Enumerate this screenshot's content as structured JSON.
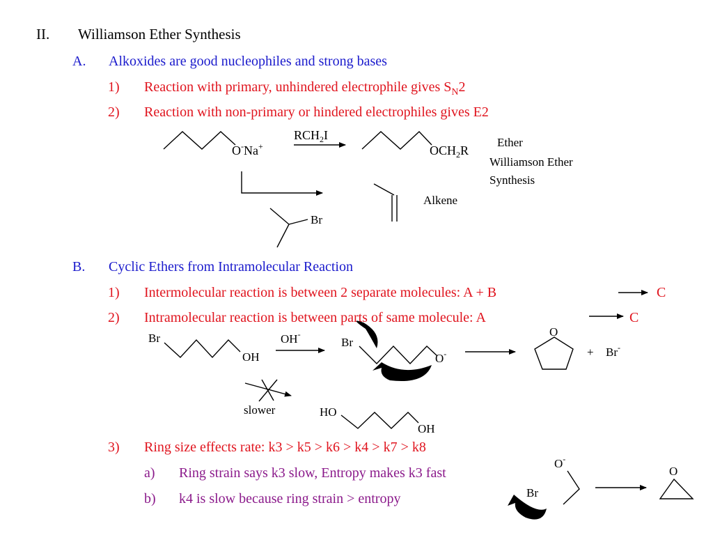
{
  "heading": {
    "num": "II.",
    "title": "Williamson Ether Synthesis"
  },
  "sectionA": {
    "num": "A.",
    "title": "Alkoxides are good nucleophiles and strong bases"
  },
  "a1": {
    "num": "1)",
    "text": "Reaction with primary, unhindered electrophile gives S",
    "sub": "N",
    "tail": "2"
  },
  "a2": {
    "num": "2)",
    "text": "Reaction with non-primary or hindered electrophiles gives E2"
  },
  "rxn1": {
    "alkoxide": "O",
    "alkoxide_sup": "-",
    "counterion": "Na",
    "counterion_sup": "+",
    "reagent": "RCH",
    "reagent_sub": "2",
    "reagent_tail": "I",
    "product": "OCH",
    "product_sub": "2",
    "product_tail": "R",
    "ether_label_1": "Ether",
    "ether_label_2": "Williamson Ether",
    "ether_label_3": "Synthesis",
    "bromide": "Br",
    "alkene_label": "Alkene"
  },
  "sectionB": {
    "num": "B.",
    "title": "Cyclic Ethers from Intramolecular Reaction"
  },
  "b1": {
    "num": "1)",
    "text": "Intermolecular reaction is between 2 separate molecules:  A  +  B",
    "product": "C"
  },
  "b2": {
    "num": "2)",
    "text": "Intramolecular reaction is between parts of same molecule:  A",
    "product": "C"
  },
  "rxn2": {
    "br": "Br",
    "oh": "OH",
    "reagent": "OH",
    "reagent_sup": "-",
    "br2": "Br",
    "alkoxide": "O",
    "alkoxide_sup": "-",
    "ring_o": "O",
    "plus": "+",
    "bromide": "Br",
    "bromide_sup": "-",
    "slower": "slower",
    "diol_ho": "HO",
    "diol_oh": "OH"
  },
  "b3": {
    "num": "3)",
    "text": "Ring size effects rate:  k3 > k5 > k6 > k4 > k7 > k8"
  },
  "b3a": {
    "num": "a)",
    "text": "Ring strain says k3 slow, Entropy makes k3 fast"
  },
  "b3b": {
    "num": "b)",
    "text": "k4 is slow because ring strain > entropy"
  },
  "rxn3": {
    "alkoxide": "O",
    "alkoxide_sup": "-",
    "br": "Br",
    "epoxide_o": "O"
  }
}
